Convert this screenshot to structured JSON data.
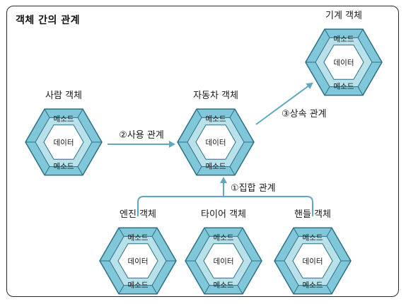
{
  "diagram": {
    "title": "객체 간의 관계",
    "colors": {
      "outer": "#7fc7d9",
      "ring": "#b9e1ea",
      "inner": "#ffffff",
      "stroke": "#2f6f86",
      "arrow": "#5ea9c0"
    },
    "nodes": [
      {
        "id": "person",
        "title": "사람 객체",
        "top": "메소드",
        "center": "데이터",
        "bottom": "메소드"
      },
      {
        "id": "car",
        "title": "자동차 객체",
        "top": "메소드",
        "center": "데이터",
        "bottom": "메소드"
      },
      {
        "id": "machine",
        "title": "기계 객체",
        "top": "메소드",
        "center": "데이터",
        "bottom": "메소드"
      },
      {
        "id": "engine",
        "title": "엔진 객체",
        "top": "메소드",
        "center": "데이터",
        "bottom": "메소드"
      },
      {
        "id": "tire",
        "title": "타이어 객체",
        "top": "메소드",
        "center": "데이터",
        "bottom": "메소드"
      },
      {
        "id": "handle",
        "title": "핸들 객체",
        "top": "메소드",
        "center": "데이터",
        "bottom": "메소드"
      }
    ],
    "relations": [
      {
        "id": "use",
        "label": "②사용 관계"
      },
      {
        "id": "inherit",
        "label": "③상속 관계"
      },
      {
        "id": "aggregate",
        "label": "①집합 관계"
      }
    ]
  }
}
